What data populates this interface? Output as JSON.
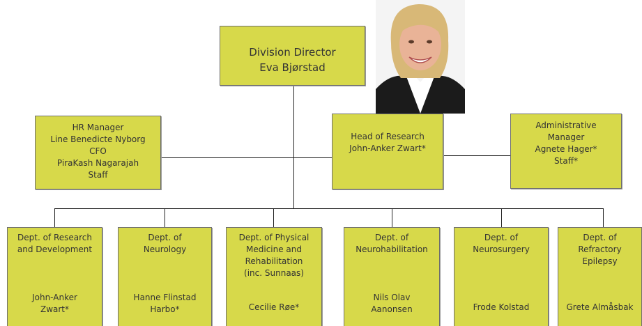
{
  "director": {
    "title": "Division Director",
    "name": "Eva Bjørstad"
  },
  "hr": {
    "lines": [
      "HR Manager",
      "Line Benedicte  Nyborg",
      "CFO",
      "PiraKash Nagarajah",
      "Staff"
    ]
  },
  "research": {
    "title": "Head of Research",
    "name": "John-Anker Zwart*"
  },
  "admin": {
    "lines": [
      "Administrative",
      "Manager",
      "Agnete Hager*",
      "Staff*"
    ]
  },
  "departments": [
    {
      "name": [
        "Dept. of Research",
        "and Development"
      ],
      "head": [
        "John-Anker",
        "Zwart*"
      ]
    },
    {
      "name": [
        "Dept. of",
        "Neurology"
      ],
      "head": [
        "Hanne Flinstad",
        "Harbo*"
      ]
    },
    {
      "name": [
        "Dept. of Physical",
        "Medicine and",
        "Rehabilitation",
        "(inc. Sunnaas)"
      ],
      "head": [
        "Cecilie Røe*"
      ]
    },
    {
      "name": [
        "Dept. of",
        "Neurohabilitation"
      ],
      "head": [
        "Nils Olav",
        "Aanonsen"
      ]
    },
    {
      "name": [
        "Dept. of",
        "Neurosurgery"
      ],
      "head": [
        "Frode Kolstad"
      ]
    },
    {
      "name": [
        "Dept. of",
        "Refractory",
        "Epilepsy"
      ],
      "head": [
        "Grete  Almåsbak"
      ]
    }
  ],
  "colors": {
    "box_fill": "#d7d94a",
    "box_border": "#6e6e6e",
    "line": "#222222"
  }
}
